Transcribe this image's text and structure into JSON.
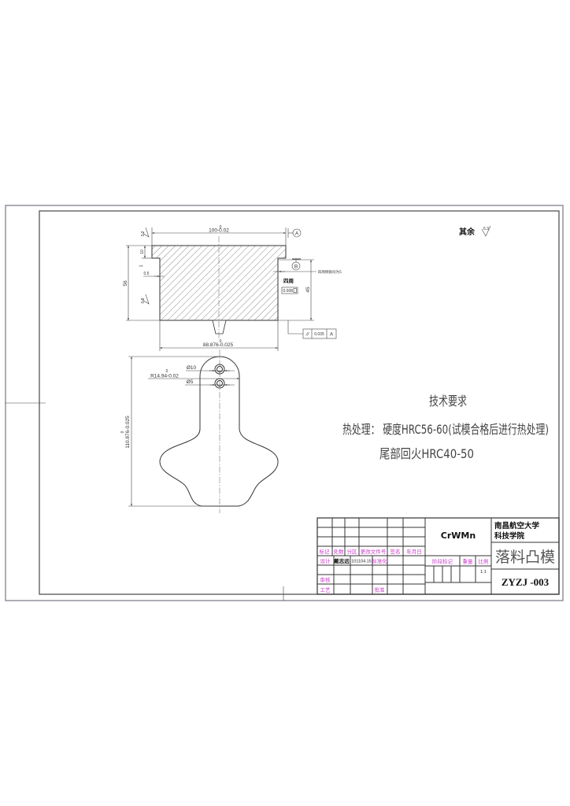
{
  "surface_finish": {
    "other_label": "其余",
    "other_value": "6.3",
    "top_left_value": "3.2",
    "left_value": "0.8"
  },
  "front_view": {
    "width_dim": {
      "nominal": "100-0.02",
      "upper": "0"
    },
    "datum_a": "A",
    "height_dim": "56",
    "step_dim": "10",
    "step_dim_extra": "1",
    "offset_dim": "0.5",
    "bottom_dim": {
      "nominal": "88.876-0.025",
      "upper": "0"
    },
    "datum_b": "B",
    "chamfer_note": "四周倒角均为5",
    "all_around_label": "四周",
    "flatness_value": "0.008",
    "inner_height_dim": "45",
    "parallelism": {
      "symbol": "//",
      "value": "0.035",
      "datum": "A"
    }
  },
  "plan_view": {
    "height_dim": {
      "nominal": "110.876-0.025",
      "upper": "0"
    },
    "hole_large": "Ø10",
    "radius_dim": {
      "nominal": "R14.94-0.02",
      "upper": "0"
    },
    "hole_small": "Ø5"
  },
  "tech_requirements": {
    "title": "技术要求",
    "line1": "热处理： 硬度HRC56-60(试模合格后进行热处理)",
    "line2": "尾部回火HRC40-50"
  },
  "title_block": {
    "material": "CrWMn",
    "school_line1": "南昌航空大学",
    "school_line2": "科技学院",
    "part_name": "落料凸模",
    "drawing_no": "ZYZJ -003",
    "revision_headers": [
      "标记",
      "处数",
      "分区",
      "更改文件号",
      "签名",
      "年月日"
    ],
    "designer_label": "设计",
    "designer_name": "戴志远",
    "design_date": "101104.15",
    "standardization_label": "标准化",
    "review_label": "审核",
    "process_label": "工艺",
    "approve_label": "批准",
    "stage_label": "阶段标记",
    "weight_label": "重量",
    "scale_label": "比例",
    "scale_value": "1:1"
  },
  "colors": {
    "line": "#333333",
    "label_magenta": "#c83cc8",
    "outer_border": "#8a8a96"
  }
}
